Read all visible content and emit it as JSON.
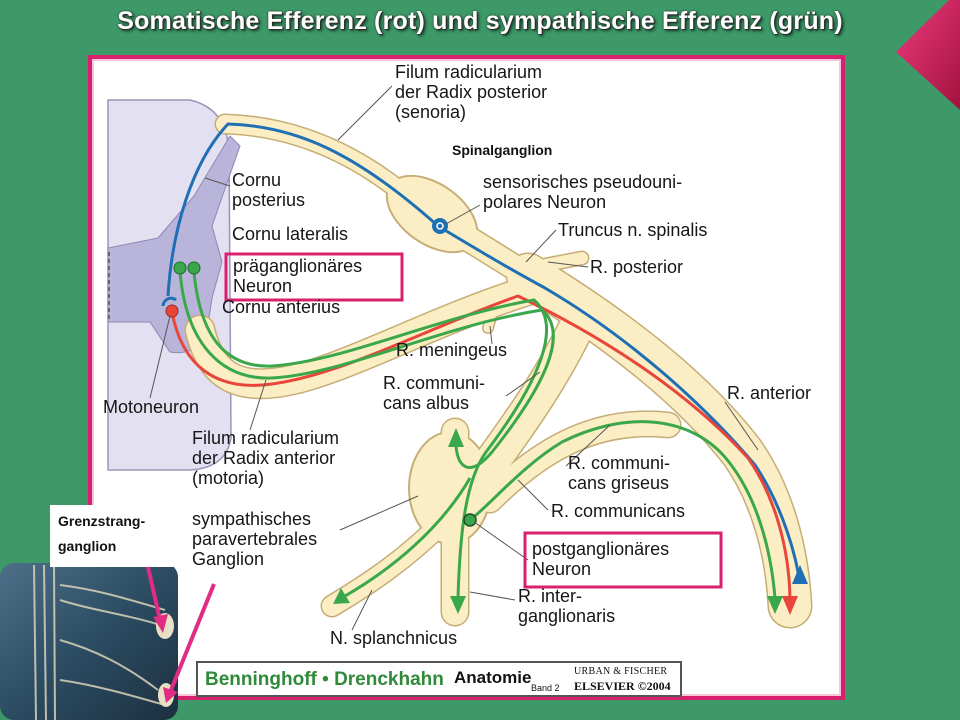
{
  "title": "Somatische Efferenz (rot) und sympathische Efferenz (grün)",
  "labels": {
    "filum_posterior": "Filum radicularium\nder Radix posterior\n(senoria)",
    "spinalganglion": "Spinalganglion",
    "sensory_neuron": "sensorisches pseudouni-\npolares Neuron",
    "truncus": "Truncus n. spinalis",
    "r_posterior": "R. posterior",
    "cornu_posterius": "Cornu\nposterius",
    "cornu_lateralis": "Cornu lateralis",
    "praeganglionaer": "präganglionäres\nNeuron",
    "cornu_anterius": "Cornu anterius",
    "r_meningeus": "R. meningeus",
    "r_albus": "R. communi-\ncans albus",
    "r_anterior": "R. anterior",
    "motoneuron": "Motoneuron",
    "filum_anterior": "Filum radicularium\nder Radix anterior\n(motoria)",
    "r_griseus": "R. communi-\ncans griseus",
    "r_communicans": "R. communicans",
    "sympathetic_ganglion": "sympathisches\nparavertebrales\nGanglion",
    "postganglionaer": "postganglionäres\nNeuron",
    "r_interganglionaris": "R. inter-\nganglionaris",
    "n_splanchnicus": "N. splanchnicus",
    "grenzstrang": "Grenzstrang-\nganglion"
  },
  "logo": {
    "authors": "Benninghoff • Drenckhahn",
    "book": "Anatomie",
    "volume": "Band 2",
    "publisher_line1": "URBAN & FISCHER",
    "publisher_line2": "ELSEVIER ©2004"
  },
  "colors": {
    "background": "#3d9a68",
    "accent": "#d8206e",
    "sensory_path": "#1f6fb5",
    "somatic_motor_path": "#e8463a",
    "sympathetic_path": "#3aa84a",
    "nerve_fill": "#fbeec4",
    "spinal_cord": "#e3e0f1",
    "grey_matter": "#b9b4d9"
  }
}
